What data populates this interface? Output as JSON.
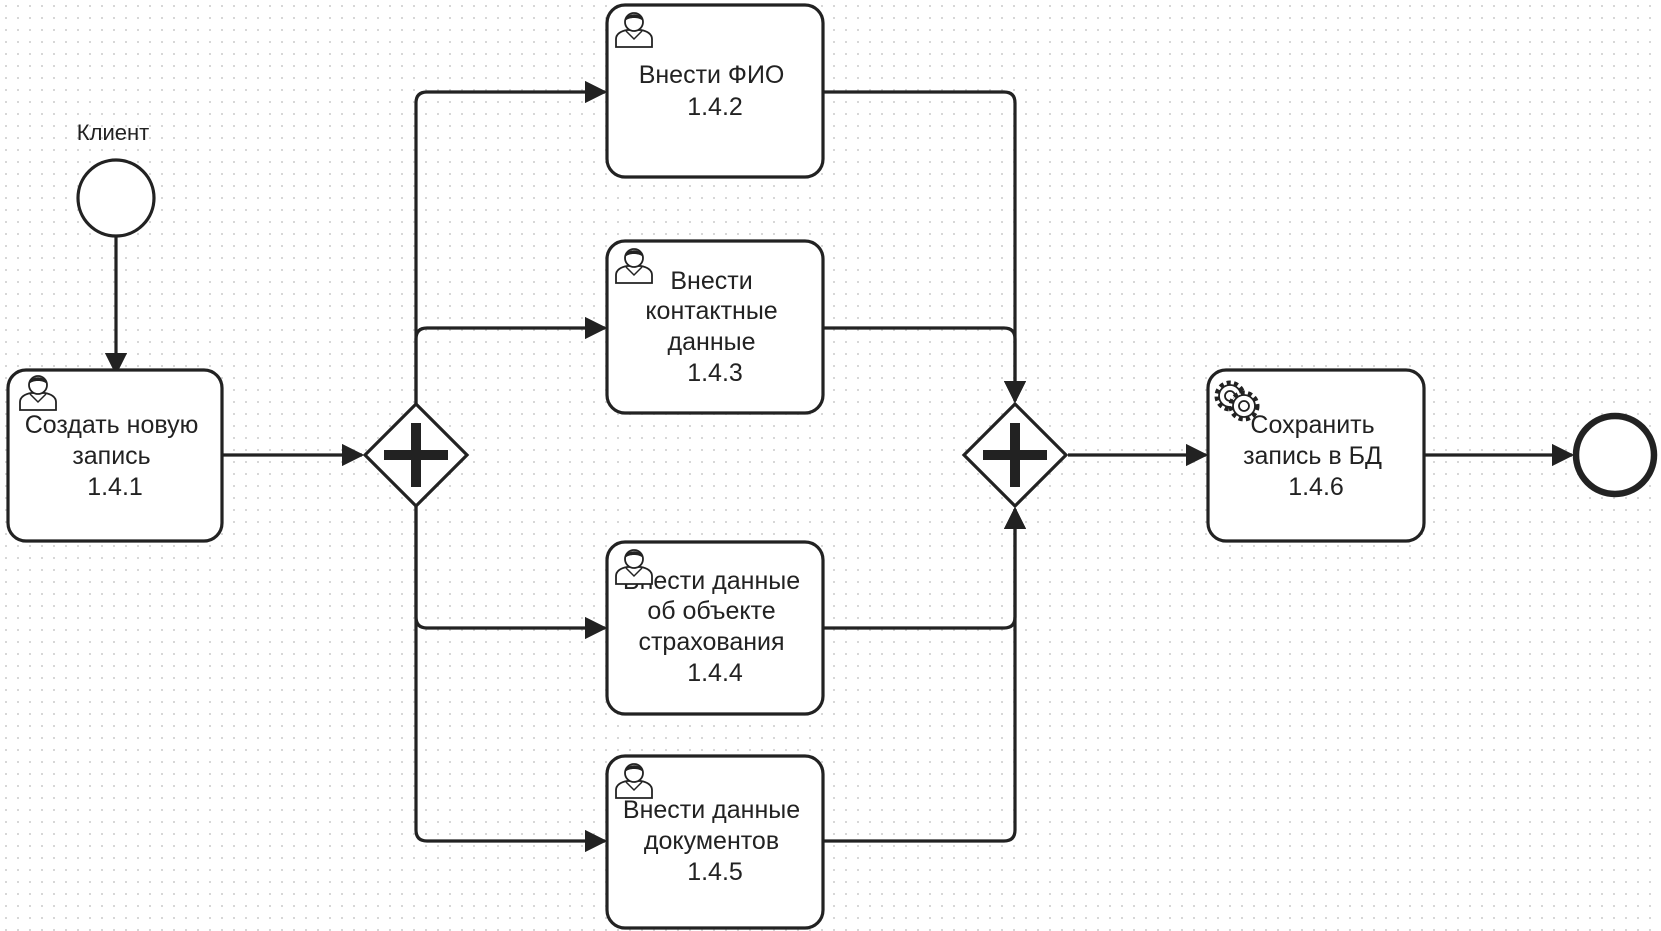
{
  "diagram": {
    "start_event": {
      "label": "Клиент"
    },
    "tasks": [
      {
        "lines": [
          "Создать новую",
          "запись",
          "1.4.1"
        ],
        "kind": "user"
      },
      {
        "lines": [
          "Внести ФИО",
          "1.4.2"
        ],
        "kind": "user"
      },
      {
        "lines": [
          "Внести",
          "контактные",
          "данные",
          "1.4.3"
        ],
        "kind": "user"
      },
      {
        "lines": [
          "Внести данные",
          "об объекте",
          "страхования",
          "1.4.4"
        ],
        "kind": "user"
      },
      {
        "lines": [
          "Внести данные",
          "документов",
          "1.4.5"
        ],
        "kind": "user"
      },
      {
        "lines": [
          "Сохранить",
          "запись в БД",
          "1.4.6"
        ],
        "kind": "service"
      }
    ],
    "gateways": [
      {
        "type": "parallel"
      },
      {
        "type": "parallel"
      }
    ],
    "end_event": {
      "label": ""
    },
    "icons": {
      "user_task": "user-icon",
      "service_task": "gear-icon",
      "gateway": "plus-icon"
    }
  }
}
